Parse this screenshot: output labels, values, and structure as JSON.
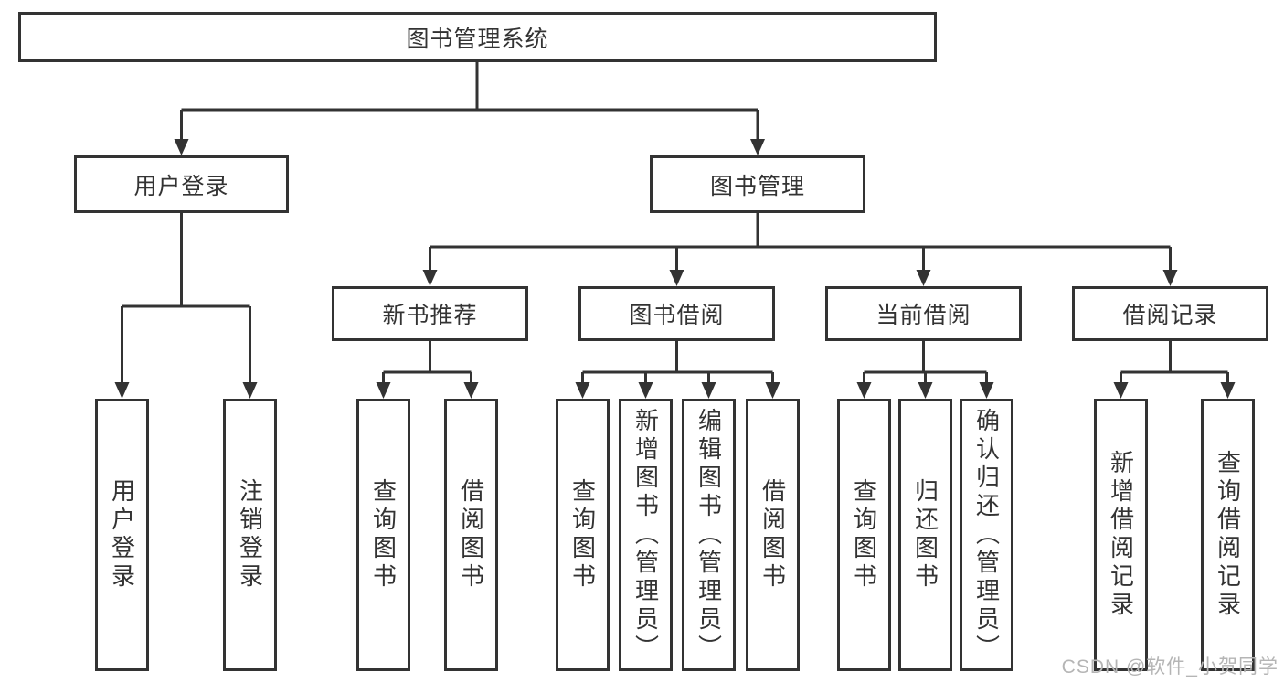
{
  "diagram": {
    "root": {
      "label": "图书管理系统"
    },
    "level2": {
      "user_login": {
        "label": "用户登录"
      },
      "book_mgmt": {
        "label": "图书管理"
      }
    },
    "level3": {
      "new_book_rec": {
        "label": "新书推荐"
      },
      "book_borrow": {
        "label": "图书借阅"
      },
      "current_borrow": {
        "label": "当前借阅"
      },
      "borrow_records": {
        "label": "借阅记录"
      }
    },
    "leaves": {
      "user_login_action": {
        "label": "用户登录"
      },
      "logout": {
        "label": "注销登录"
      },
      "query_books_new": {
        "label": "查询图书"
      },
      "borrow_books_new": {
        "label": "借阅图书"
      },
      "query_books_borrow": {
        "label": "查询图书"
      },
      "add_book_admin": {
        "label": "新增图书（管理员）"
      },
      "edit_book_admin": {
        "label": "编辑图书（管理员）"
      },
      "borrow_books_borrow": {
        "label": "借阅图书"
      },
      "query_books_current": {
        "label": "查询图书"
      },
      "return_book": {
        "label": "归还图书"
      },
      "confirm_return_admin": {
        "label": "确认归还（管理员）"
      },
      "add_borrow_record": {
        "label": "新增借阅记录"
      },
      "query_borrow_record": {
        "label": "查询借阅记录"
      }
    }
  },
  "watermark": {
    "text": "CSDN @软件_小贺同学"
  },
  "colors": {
    "line": "#333333",
    "text": "#333333",
    "watermark": "#b5b5b5",
    "background": "#ffffff"
  }
}
